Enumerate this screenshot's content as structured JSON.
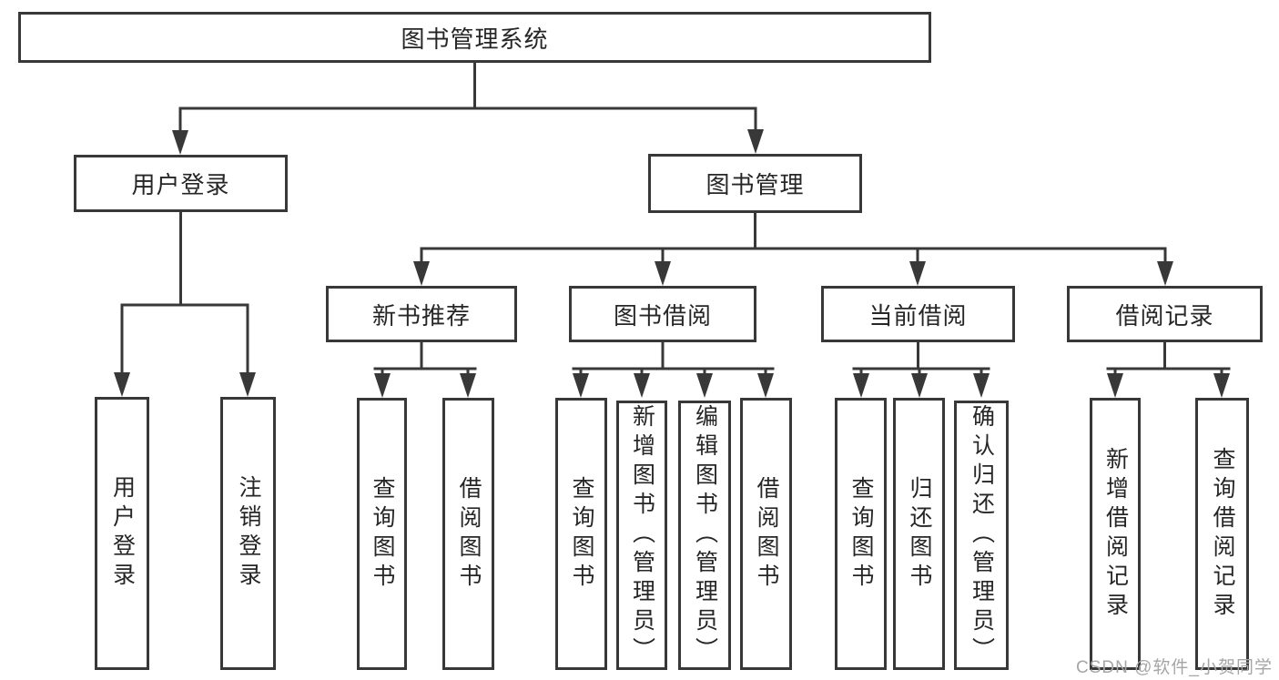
{
  "diagram": {
    "title": {
      "label": "图书管理系统"
    },
    "branches": {
      "user_login": {
        "label": "用户登录",
        "children": [
          {
            "label": "用户登录"
          },
          {
            "label": "注销登录"
          }
        ]
      },
      "book_mgmt": {
        "label": "图书管理",
        "children": [
          {
            "label": "新书推荐",
            "children": [
              {
                "label": "查询图书"
              },
              {
                "label": "借阅图书"
              }
            ]
          },
          {
            "label": "图书借阅",
            "children": [
              {
                "label": "查询图书"
              },
              {
                "label": "新增图书（管理员）"
              },
              {
                "label": "编辑图书（管理员）"
              },
              {
                "label": "借阅图书"
              }
            ]
          },
          {
            "label": "当前借阅",
            "children": [
              {
                "label": "查询图书"
              },
              {
                "label": "归还图书"
              },
              {
                "label": "确认归还（管理员）"
              }
            ]
          },
          {
            "label": "借阅记录",
            "children": [
              {
                "label": "新增借阅记录"
              },
              {
                "label": "查询借阅记录"
              }
            ]
          }
        ]
      }
    },
    "watermark": "CSDN @软件_小贺同学",
    "colors": {
      "line": "#383838",
      "text": "#262626",
      "watermark": "#a6a6a6",
      "background": "#ffffff"
    }
  }
}
